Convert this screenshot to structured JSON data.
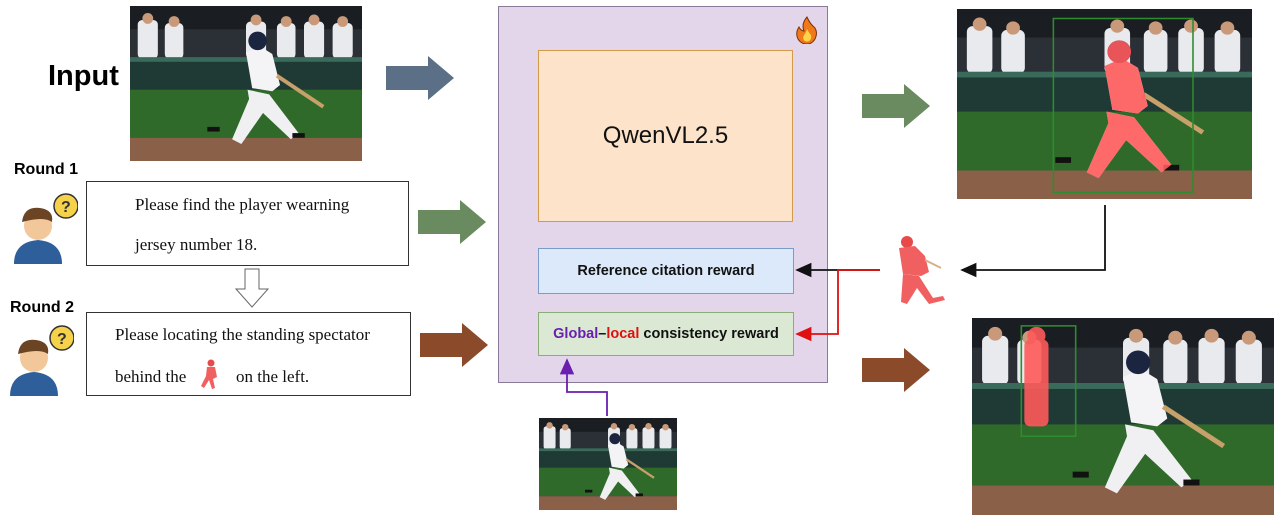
{
  "input_label": "Input",
  "rounds": [
    {
      "label": "Round 1",
      "text_lines": [
        "Please find the player wearning",
        "jersey number 18."
      ]
    },
    {
      "label": "Round 2",
      "text_lines": [
        "Please locating the standing spectator",
        "behind the",
        "on the left."
      ]
    }
  ],
  "model": {
    "name": "QwenVL2.5",
    "badge_icon": "fire-icon"
  },
  "rewards": {
    "reference": "Reference citation reward",
    "consistency": {
      "global": "Global",
      "dash": "–",
      "local": "local",
      "rest": " consistency reward"
    }
  },
  "colors": {
    "arrow_input": "#5b6f86",
    "arrow_round1": "#6a8a5f",
    "arrow_round2": "#8b4a2a",
    "mask": "#ff5a5a",
    "bbox": "#2e8b2e",
    "global_text": "#6a1fb0",
    "local_text": "#e01010",
    "panel": "#e3d6ea",
    "qwen_box": "#fde3c9",
    "reference_box": "#dce9fb",
    "consistency_box": "#dbe9d4"
  }
}
